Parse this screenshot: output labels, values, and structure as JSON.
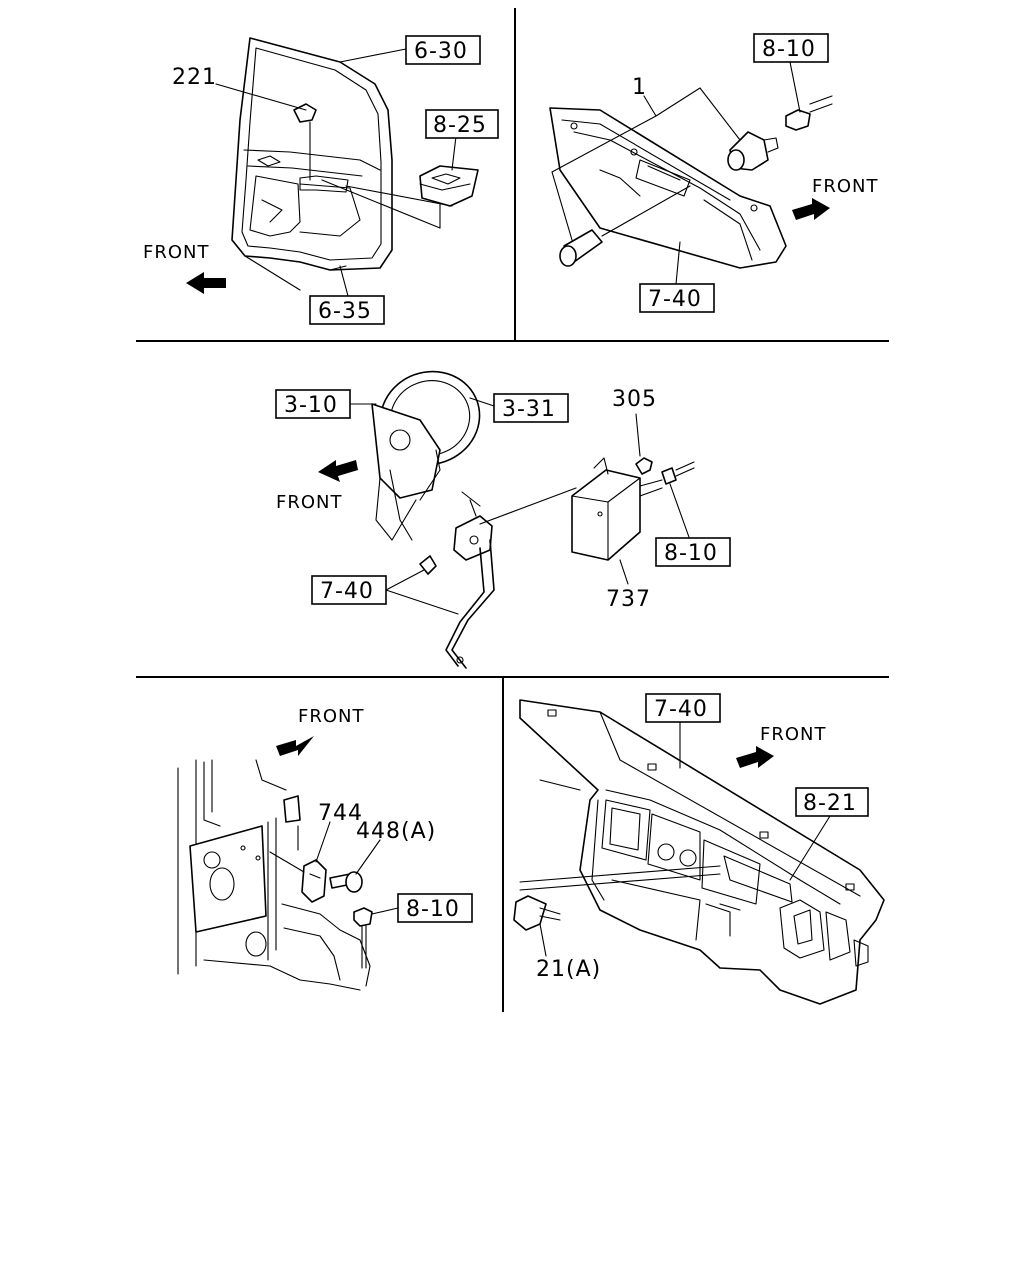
{
  "panels": {
    "door": {
      "labels": {
        "l_221": "221",
        "l_630": "6-30",
        "l_825": "8-25",
        "l_635": "6-35"
      },
      "front": "FRONT"
    },
    "dash_switch": {
      "labels": {
        "l_1": "1",
        "l_810": "8-10",
        "l_740": "7-40"
      },
      "front": "FRONT"
    },
    "brake": {
      "labels": {
        "l_331": "3-31",
        "l_310": "3-10",
        "l_305": "305",
        "l_810": "8-10",
        "l_740": "7-40",
        "l_737": "737"
      },
      "front": "FRONT"
    },
    "sensor": {
      "labels": {
        "l_744": "744",
        "l_448a": "448(A)",
        "l_810": "8-10"
      },
      "front": "FRONT"
    },
    "dashboard": {
      "labels": {
        "l_740": "7-40",
        "l_821": "8-21",
        "l_21a": "21(A)"
      },
      "front": "FRONT"
    }
  }
}
